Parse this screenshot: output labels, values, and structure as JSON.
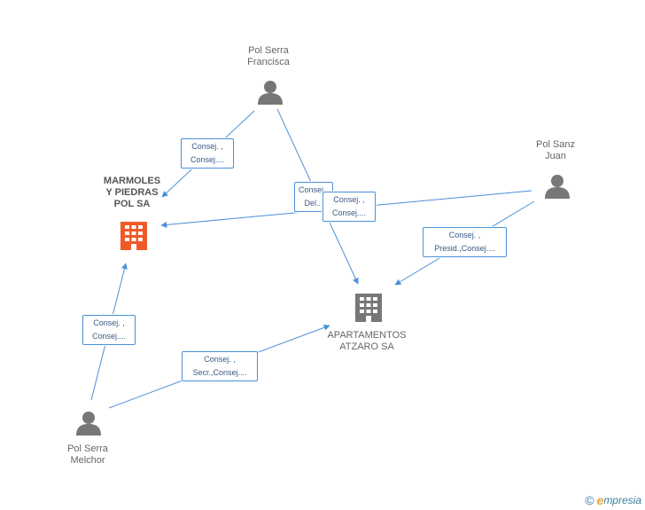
{
  "nodes": {
    "pol_serra_francisca": {
      "lines": [
        "Pol Serra",
        "Francisca"
      ]
    },
    "pol_sanz_juan": {
      "lines": [
        "Pol Sanz",
        "Juan"
      ]
    },
    "pol_serra_melchor": {
      "lines": [
        "Pol Serra",
        "Melchor"
      ]
    },
    "marmoles": {
      "lines": [
        "MARMOLES",
        "Y PIEDRAS",
        "POL SA"
      ]
    },
    "apartamentos": {
      "lines": [
        "APARTAMENTOS",
        "ATZARO SA"
      ]
    }
  },
  "relations": {
    "francisca_marmoles": [
      "Consej. ,",
      "Consej...."
    ],
    "francisca_apartamentos": [
      "Consej. ,",
      "Del..."
    ],
    "sanz_marmoles": [
      "Consej. ,",
      "Consej...."
    ],
    "sanz_apartamentos": [
      "Consej. ,",
      "Presid.,Consej...."
    ],
    "melchor_marmoles": [
      "Consej. ,",
      "Consej...."
    ],
    "melchor_apartamentos": [
      "Consej. ,",
      "Secr.,Consej...."
    ]
  },
  "colors": {
    "edge": "#4a90d9",
    "person_icon": "#777777",
    "building_main": "#f05a28",
    "building_other": "#777777"
  },
  "icons": {
    "person": "person-icon",
    "building": "building-icon"
  },
  "brand": {
    "copyright": "©",
    "initial": "e",
    "name": "mpresia"
  }
}
